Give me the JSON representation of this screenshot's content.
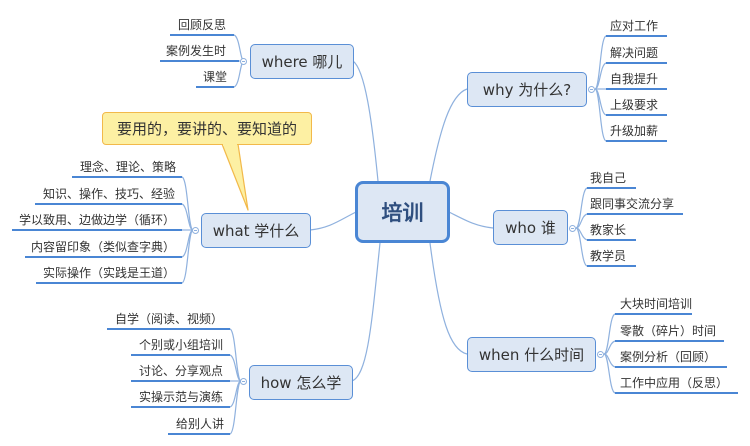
{
  "central": {
    "label": "培训"
  },
  "callout": {
    "label": "要用的，要讲的、要知道的",
    "attached_to": "what"
  },
  "colors": {
    "node_fill": "#dde7f4",
    "node_border": "#5a8fd6",
    "central_border": "#4a86d4",
    "line": "#8fb1de",
    "underline": "#4a86d4",
    "callout_fill": "#fdf0a3",
    "callout_border": "#f2b94a"
  },
  "branches": {
    "where": {
      "label": "where 哪儿",
      "children": [
        "回顾反思",
        "案例发生时",
        "课堂"
      ]
    },
    "why": {
      "label": "why 为什么?",
      "children": [
        "应对工作",
        "解决问题",
        "自我提升",
        "上级要求",
        "升级加薪"
      ]
    },
    "what": {
      "label": "what 学什么",
      "children": [
        "理念、理论、策略",
        "知识、操作、技巧、经验",
        "学以致用、边做边学（循环）",
        "内容留印象（类似查字典）",
        "实际操作（实践是王道）"
      ]
    },
    "who": {
      "label": "who 谁",
      "children": [
        "我自己",
        "跟同事交流分享",
        "教家长",
        "教学员"
      ]
    },
    "how": {
      "label": "how 怎么学",
      "children": [
        "自学（阅读、视频）",
        "个别或小组培训",
        "讨论、分享观点",
        "实操示范与演练",
        "给别人讲"
      ]
    },
    "when": {
      "label": "when 什么时间",
      "children": [
        "大块时间培训",
        "零散（碎片）时间",
        "案例分析（回顾）",
        "工作中应用（反思）"
      ]
    }
  }
}
